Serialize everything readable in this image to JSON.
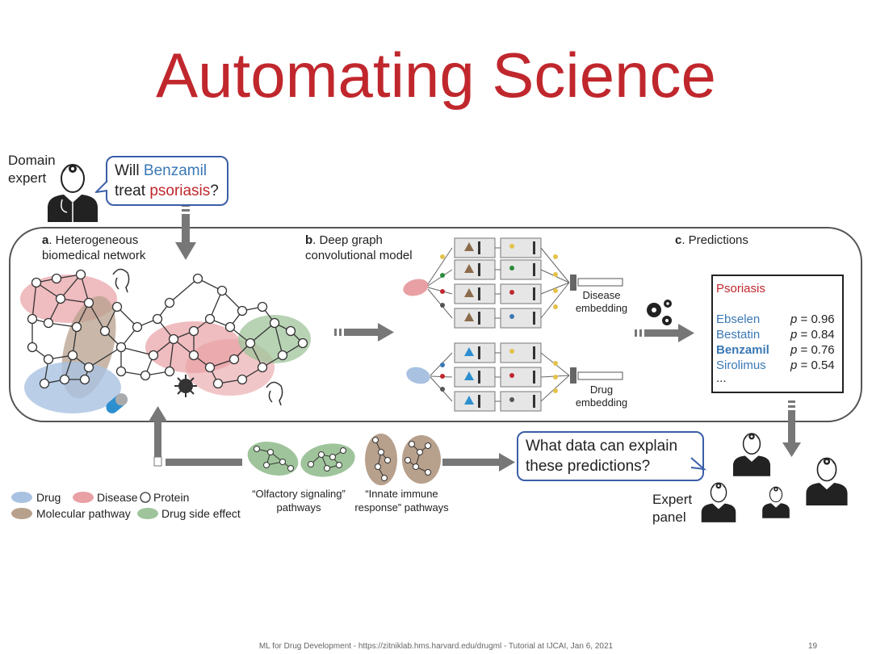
{
  "slide": {
    "title": "Automating Science",
    "footer": "ML for Drug Development - https://zitniklab.hms.harvard.edu/drugml - Tutorial at IJCAI, Jan 6, 2021",
    "page_number": "19"
  },
  "expert": {
    "label_line1": "Domain",
    "label_line2": "expert",
    "question_part1": "Will ",
    "question_drug": "Benzamil",
    "question_part2": "treat ",
    "question_disease": "psoriasis",
    "question_end": "?"
  },
  "panel_a": {
    "letter": "a",
    "text_line1": ". Heterogeneous",
    "text_line2": "biomedical network"
  },
  "panel_b": {
    "letter": "b",
    "text_line1": ". Deep graph",
    "text_line2": "convolutional model",
    "disease_embedding_line1": "Disease",
    "disease_embedding_line2": "embedding",
    "drug_embedding_line1": "Drug",
    "drug_embedding_line2": "embedding"
  },
  "panel_c": {
    "letter": "c",
    "text": ". Predictions",
    "disease": "Psoriasis",
    "predictions": [
      {
        "drug": "Ebselen",
        "p_label": "p",
        "p_value": "= 0.96",
        "bold": false
      },
      {
        "drug": "Bestatin",
        "p_label": "p",
        "p_value": "= 0.84",
        "bold": false
      },
      {
        "drug": "Benzamil",
        "p_label": "p",
        "p_value": "= 0.76",
        "bold": true
      },
      {
        "drug": "Sirolimus",
        "p_label": "p",
        "p_value": "= 0.54",
        "bold": false
      }
    ],
    "more": "..."
  },
  "pathways": {
    "olfactory_line1": "“Olfactory signaling”",
    "olfactory_line2": "pathways",
    "immune_line1": "“Innate immune",
    "immune_line2": "response” pathways"
  },
  "explain": {
    "question_line1": "What data can explain",
    "question_line2": "these predictions?"
  },
  "panel": {
    "label_line1": "Expert",
    "label_line2": "panel"
  },
  "legend": {
    "drug": "Drug",
    "disease": "Disease",
    "protein": "Protein",
    "pathway": "Molecular pathway",
    "side_effect": "Drug side effect"
  },
  "colors": {
    "title_red": "#c0272d",
    "drug_blue": "#3a78b5",
    "bubble_border": "#3b5ea8",
    "disease_fill": "#e8a0a4",
    "drug_fill": "#a9c2e2",
    "pathway_fill": "#b7a08c",
    "side_effect_fill": "#9fc49b"
  }
}
